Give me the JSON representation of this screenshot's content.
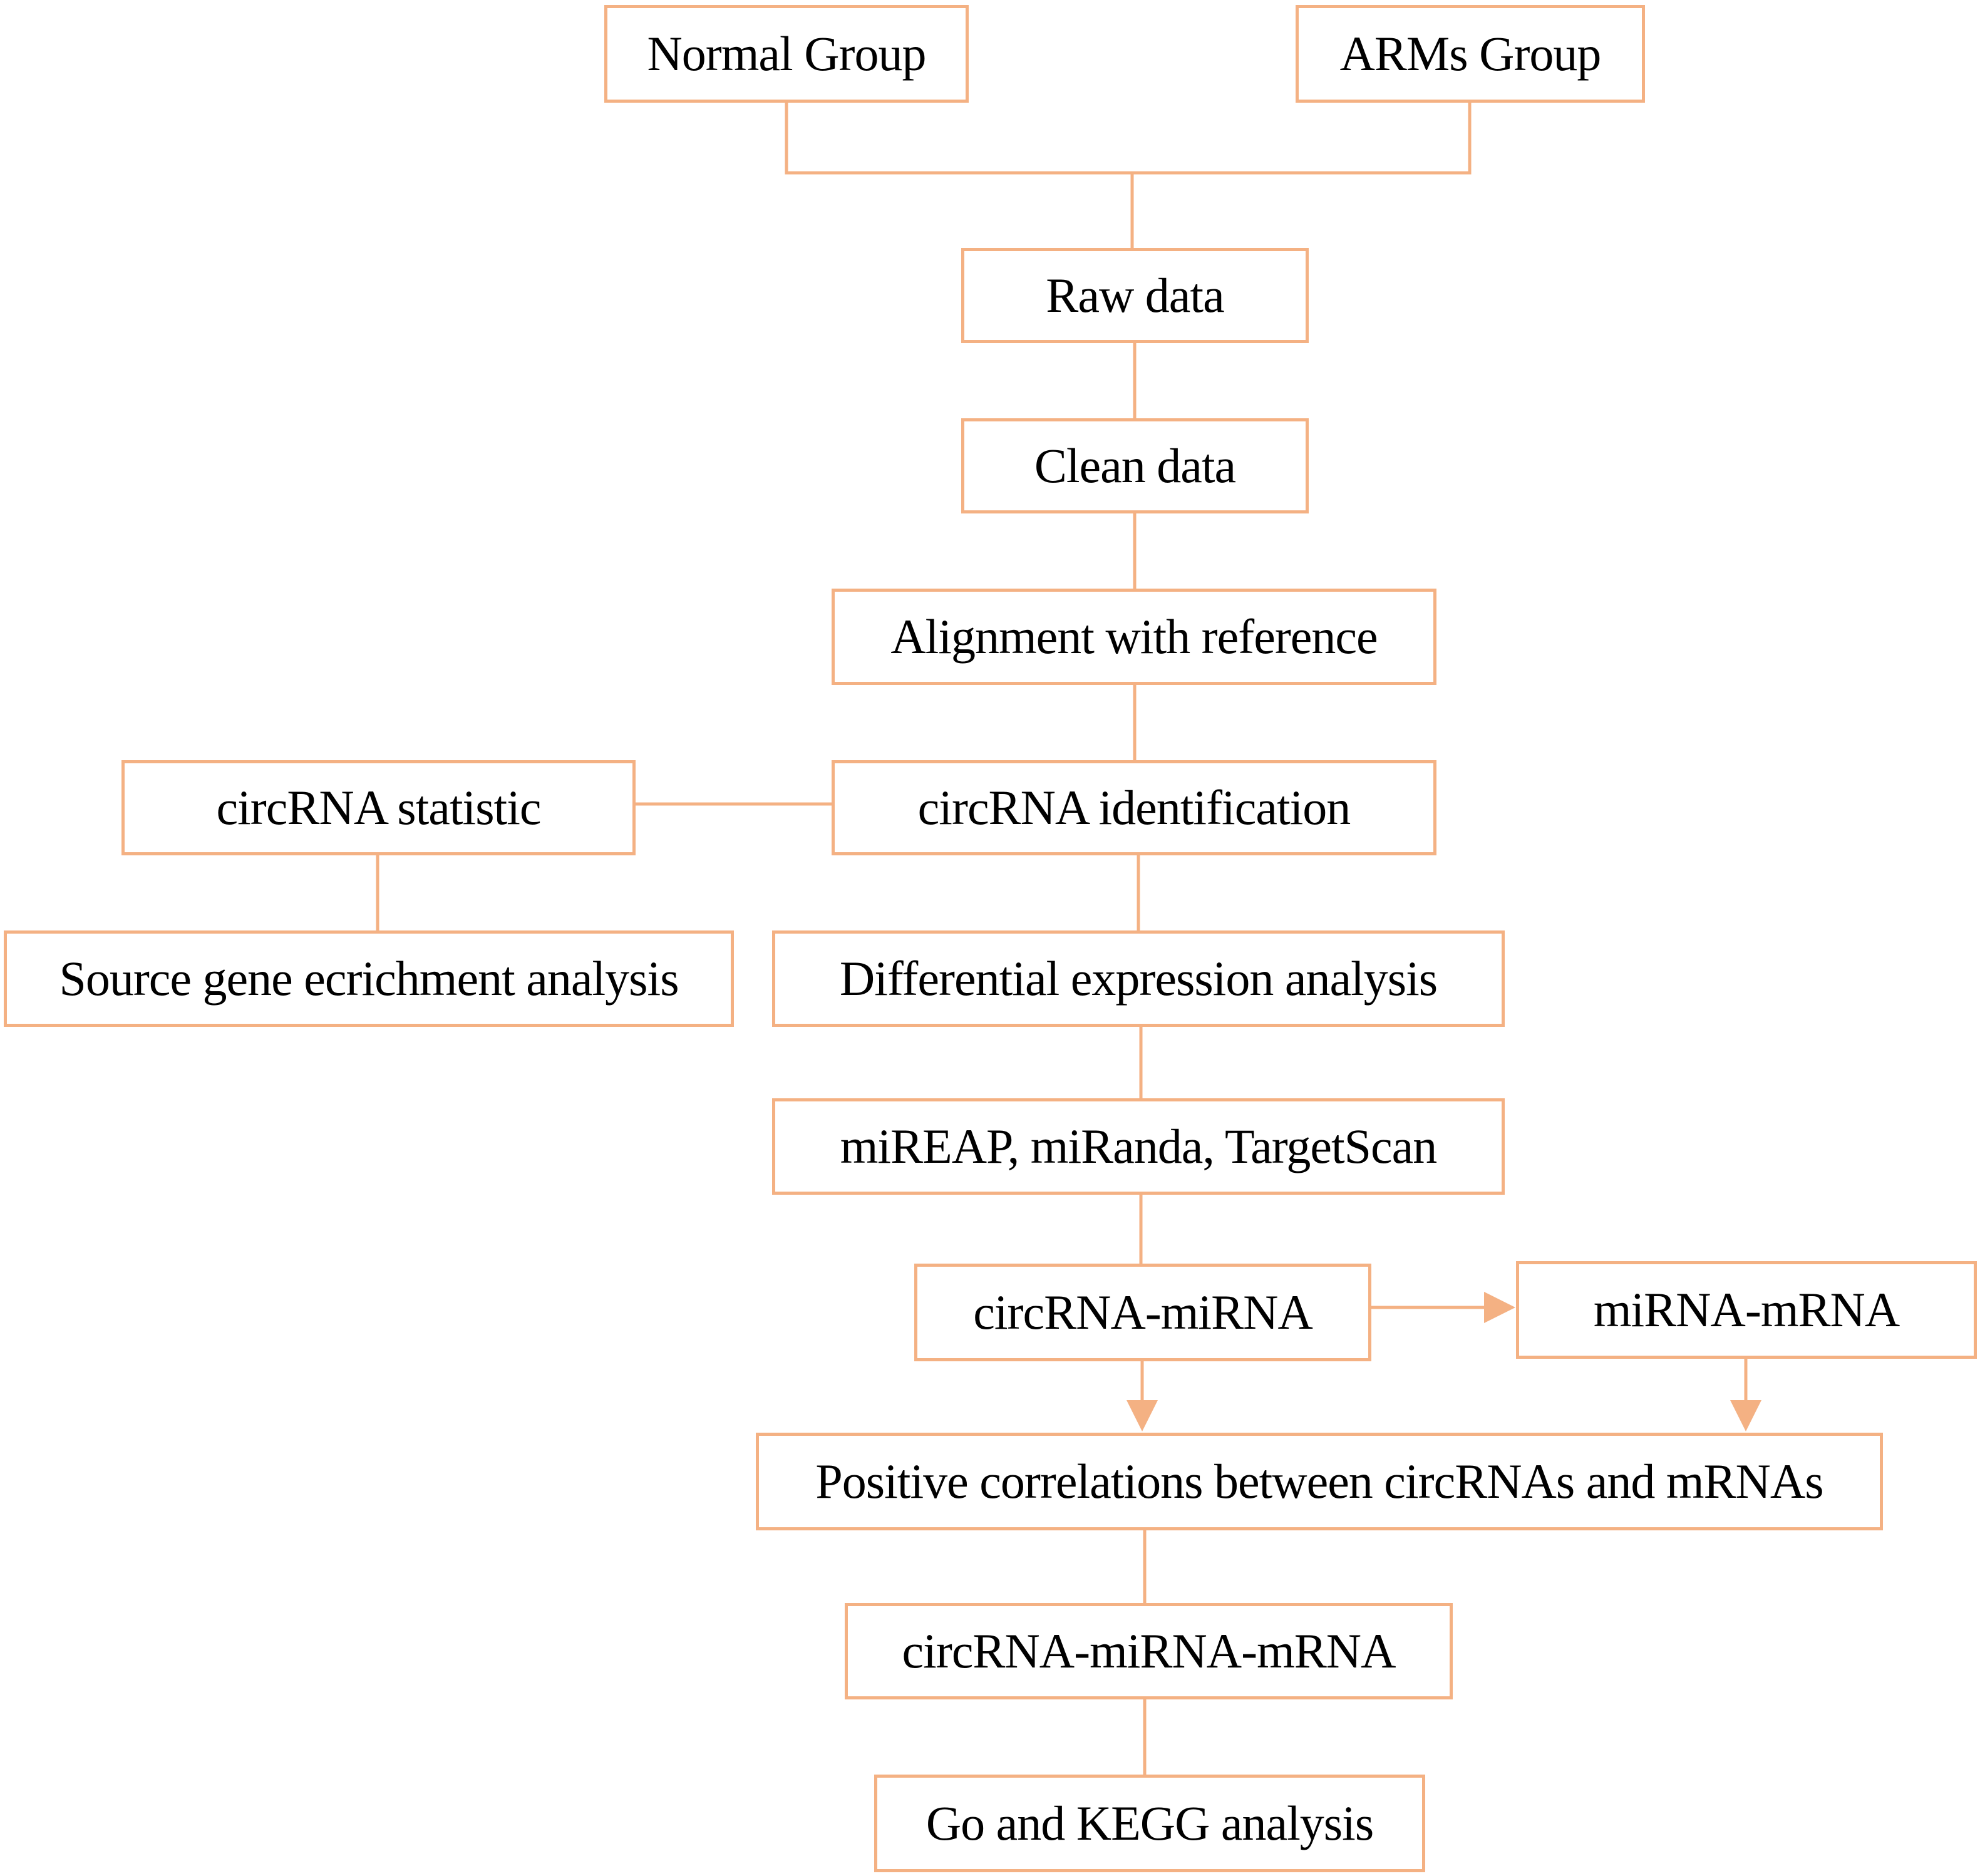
{
  "colors": {
    "box_border": "#f4b183",
    "connector": "#f4b183",
    "text": "#000000",
    "background": "#ffffff"
  },
  "nodes": {
    "normal_group": "Normal Group",
    "arms_group": "ARMs Group",
    "raw_data": "Raw data",
    "clean_data": "Clean data",
    "alignment": "Alignment with reference",
    "circrna_statistic": "circRNA statistic",
    "circrna_identification": "circRNA identification",
    "source_gene": "Source gene ecrichment analysis",
    "differential_expression": "Differential expression analysis",
    "prediction_tools": "miREAP, miRanda, TargetScan",
    "circrna_mirna": "circRNA-miRNA",
    "mirna_mrna": "miRNA-mRNA",
    "positive_correlations": "Positive correlations between circRNAs and mRNAs",
    "network": "circRNA-miRNA-mRNA",
    "go_kegg": "Go and KEGG analysis"
  }
}
